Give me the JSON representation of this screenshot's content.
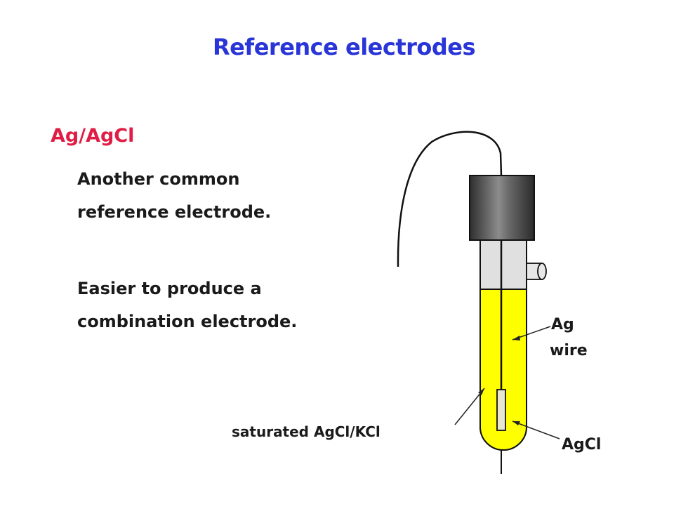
{
  "slide": {
    "title": "Reference electrodes",
    "subtitle": "Ag/AgCl",
    "points": [
      [
        "Another common",
        "reference electrode."
      ],
      [
        "Easier to produce a",
        "combination electrode."
      ]
    ]
  },
  "diagram": {
    "labels": {
      "ag_wire_line1": "Ag",
      "ag_wire_line2": "wire",
      "agcl": "AgCl",
      "solution": "saturated AgCl/KCl"
    },
    "colors": {
      "title": "#2a35d8",
      "subtitle": "#e01e45",
      "fill_solution": "#ffff00",
      "glass": "#e0e0e0",
      "cap": "#3a3a3a",
      "agcl_element": "#e8e6cf"
    }
  }
}
